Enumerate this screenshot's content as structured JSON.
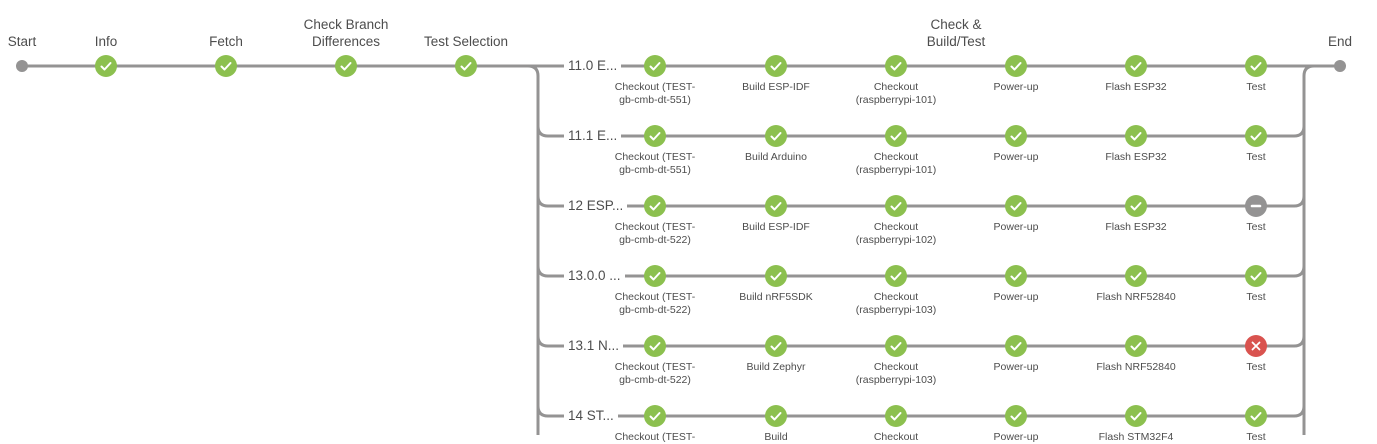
{
  "stages": [
    {
      "id": "start",
      "title": "Start"
    },
    {
      "id": "info",
      "title": "Info",
      "status": "success"
    },
    {
      "id": "fetch",
      "title": "Fetch",
      "status": "success"
    },
    {
      "id": "check-branch",
      "title": "Check Branch\nDifferences",
      "status": "success"
    },
    {
      "id": "test-selection",
      "title": "Test Selection",
      "status": "success"
    },
    {
      "id": "check-build-test",
      "title": "Check &\nBuild/Test"
    },
    {
      "id": "end",
      "title": "End"
    }
  ],
  "branches": [
    {
      "label": "11.0 E...",
      "steps": [
        {
          "label": "Checkout (TEST-\ngb-cmb-dt-551)",
          "status": "success"
        },
        {
          "label": "Build ESP-IDF",
          "status": "success"
        },
        {
          "label": "Checkout\n(raspberrypi-101)",
          "status": "success"
        },
        {
          "label": "Power-up",
          "status": "success"
        },
        {
          "label": "Flash ESP32",
          "status": "success"
        },
        {
          "label": "Test",
          "status": "success"
        }
      ]
    },
    {
      "label": "11.1 E...",
      "steps": [
        {
          "label": "Checkout (TEST-\ngb-cmb-dt-551)",
          "status": "success"
        },
        {
          "label": "Build Arduino",
          "status": "success"
        },
        {
          "label": "Checkout\n(raspberrypi-101)",
          "status": "success"
        },
        {
          "label": "Power-up",
          "status": "success"
        },
        {
          "label": "Flash ESP32",
          "status": "success"
        },
        {
          "label": "Test",
          "status": "success"
        }
      ]
    },
    {
      "label": "12 ESP...",
      "steps": [
        {
          "label": "Checkout (TEST-\ngb-cmb-dt-522)",
          "status": "success"
        },
        {
          "label": "Build ESP-IDF",
          "status": "success"
        },
        {
          "label": "Checkout\n(raspberrypi-102)",
          "status": "success"
        },
        {
          "label": "Power-up",
          "status": "success"
        },
        {
          "label": "Flash ESP32",
          "status": "success"
        },
        {
          "label": "Test",
          "status": "skipped"
        }
      ]
    },
    {
      "label": "13.0.0 ...",
      "steps": [
        {
          "label": "Checkout (TEST-\ngb-cmb-dt-522)",
          "status": "success"
        },
        {
          "label": "Build nRF5SDK",
          "status": "success"
        },
        {
          "label": "Checkout\n(raspberrypi-103)",
          "status": "success"
        },
        {
          "label": "Power-up",
          "status": "success"
        },
        {
          "label": "Flash NRF52840",
          "status": "success"
        },
        {
          "label": "Test",
          "status": "success"
        }
      ]
    },
    {
      "label": "13.1 N...",
      "steps": [
        {
          "label": "Checkout (TEST-\ngb-cmb-dt-522)",
          "status": "success"
        },
        {
          "label": "Build Zephyr",
          "status": "success"
        },
        {
          "label": "Checkout\n(raspberrypi-103)",
          "status": "success"
        },
        {
          "label": "Power-up",
          "status": "success"
        },
        {
          "label": "Flash NRF52840",
          "status": "success"
        },
        {
          "label": "Test",
          "status": "failure"
        }
      ]
    },
    {
      "label": "14 ST...",
      "steps": [
        {
          "label": "Checkout (TEST-",
          "status": "success"
        },
        {
          "label": "Build",
          "status": "success"
        },
        {
          "label": "Checkout",
          "status": "success"
        },
        {
          "label": "Power-up",
          "status": "success"
        },
        {
          "label": "Flash STM32F4",
          "status": "success"
        },
        {
          "label": "Test",
          "status": "success"
        }
      ]
    }
  ],
  "colors": {
    "success": "#8cc04f",
    "failure": "#d9534f",
    "skipped": "#949393",
    "connector": "#949393"
  },
  "icons": {
    "success": "check-icon",
    "failure": "cross-icon",
    "skipped": "minus-icon"
  }
}
